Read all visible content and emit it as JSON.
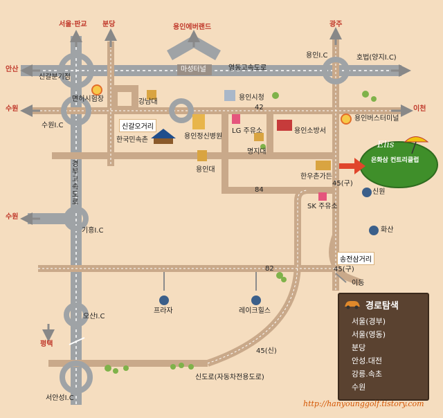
{
  "labels": {
    "seoul_pangyo": "서울·판교",
    "bundang": "분당",
    "everland": "용인에버랜드",
    "gwangju": "광주",
    "ansan": "안산",
    "singal_jct": "신갈분기점",
    "maseong_tunnel": "마성터널",
    "yeongdong_hwy": "영동고속도로",
    "yongin_ic": "용인I.C",
    "hobeop": "호법(양지I.C)",
    "suwon_w": "수원",
    "license_test": "면허시험장",
    "gangnam_univ": "강남대",
    "yongin_city_hall": "용인시청",
    "icheon": "이천",
    "route42": "42",
    "singal_ogeori": "신갈오거리",
    "suwon_ic": "수원I.C",
    "korean_folk_village": "한국민속촌",
    "yongin_mental_hosp": "용인정신병원",
    "lg_station": "LG 주유소",
    "yongin_fire": "용인소방서",
    "yongin_bus_terminal": "용인버스터미널",
    "myongji_univ": "명지대",
    "yongin_univ": "용인대",
    "hanwoochon": "한우촌가든",
    "gyeongbu_hwy": "경부고속도로",
    "route84": "84",
    "route45_old1": "45(구)",
    "sinwon": "신원",
    "sk_station": "SK 주유소",
    "suwon_w2": "수원",
    "giheung_ic": "기흥I.C",
    "hwasan": "화산",
    "songjeon": "송전삼거리",
    "route82": "82",
    "route45_old2": "45(구)",
    "idong": "이동",
    "plaza": "프라자",
    "lakehills": "레이크힐스",
    "osan_ic": "오산I.C",
    "pyeongtaek": "평택",
    "route45_new": "45(신)",
    "new_road": "신도로(자동차전용도로)",
    "seoanseong_ic": "서안성I.C",
    "club_logo": "Elis",
    "club_name": "은화삼 컨트리클럽"
  },
  "legend": {
    "title": "경로탐색",
    "items": [
      "서울(경부)",
      "서울(영동)",
      "분당",
      "안성.대전",
      "강릉.속초",
      "수원"
    ]
  },
  "url": "http://hanyounggolf.tistory.com",
  "colors": {
    "background": "#f5ddbf",
    "road": "#c9a98a",
    "road_dash": "#ffffff",
    "highway": "#a9a9a9",
    "destination": "#3f8f2a",
    "arrow": "#e0452b",
    "direction_text": "#c0392b",
    "legend_bg": "#5a4230"
  }
}
